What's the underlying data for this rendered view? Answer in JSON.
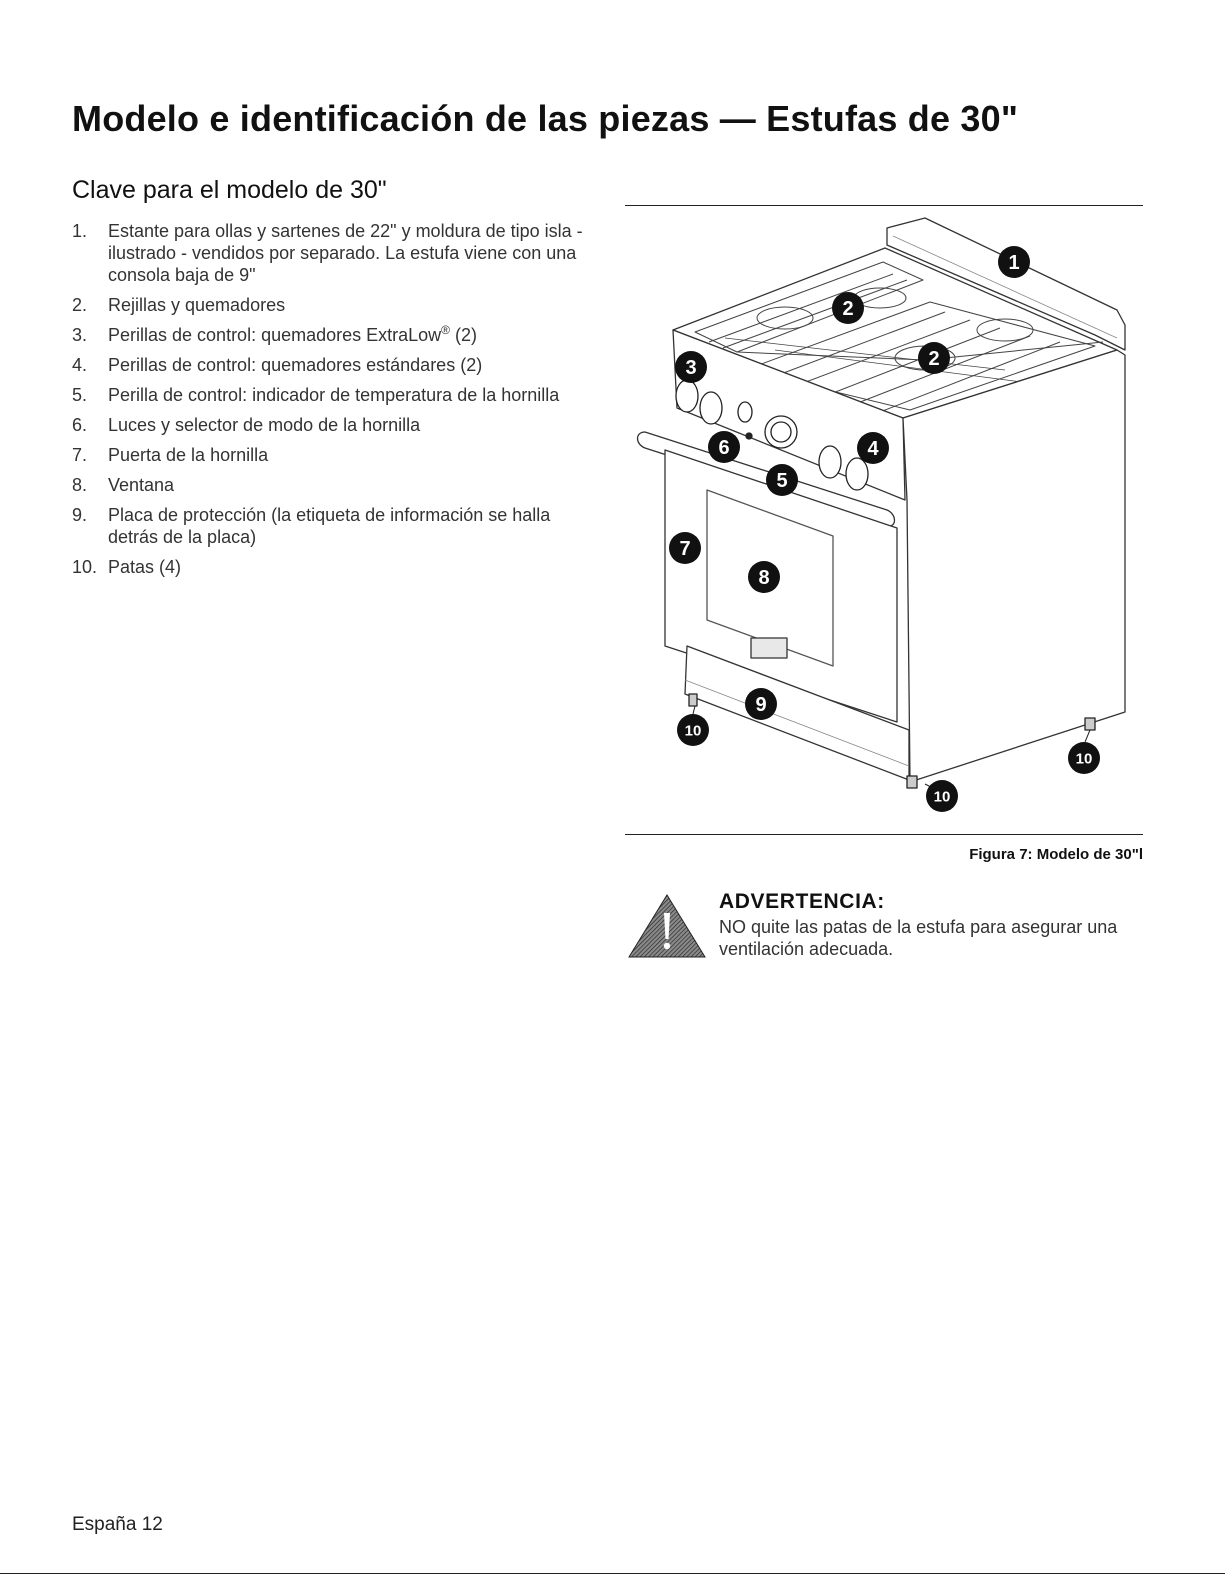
{
  "page": {
    "title": "Modelo e identificación de las piezas — Estufas de 30\"",
    "footer": "España 12"
  },
  "key": {
    "heading": "Clave para el modelo de 30\"",
    "items": [
      {
        "num": "1.",
        "text": "Estante para ollas y sartenes de 22\" y moldura de tipo isla - ilustrado - vendidos por separado. La estufa viene con una consola baja de 9\""
      },
      {
        "num": "2.",
        "text": "Rejillas y quemadores"
      },
      {
        "num": "3.",
        "text_before": "Perillas de control: quemadores ExtraLow",
        "reg": "®",
        "text_after": " (2)"
      },
      {
        "num": "4.",
        "text": "Perillas de control: quemadores estándares (2)"
      },
      {
        "num": "5.",
        "text": "Perilla de control: indicador de temperatura de la hornilla"
      },
      {
        "num": "6.",
        "text": "Luces y selector de modo de la hornilla"
      },
      {
        "num": "7.",
        "text": "Puerta de la hornilla"
      },
      {
        "num": "8.",
        "text": "Ventana"
      },
      {
        "num": "9.",
        "text": "Placa de protección (la etiqueta de información se halla detrás de la placa)"
      },
      {
        "num": "10.",
        "text": "Patas (4)"
      }
    ]
  },
  "figure": {
    "caption": "Figura 7: Modelo de 30\"l",
    "callouts": [
      "1",
      "2",
      "2",
      "3",
      "4",
      "5",
      "6",
      "7",
      "8",
      "9",
      "10",
      "10",
      "10"
    ]
  },
  "warning": {
    "icon": "warning-triangle-icon",
    "title": "ADVERTENCIA:",
    "text": "NO quite las patas de la estufa para asegurar una ventilación adecuada."
  }
}
